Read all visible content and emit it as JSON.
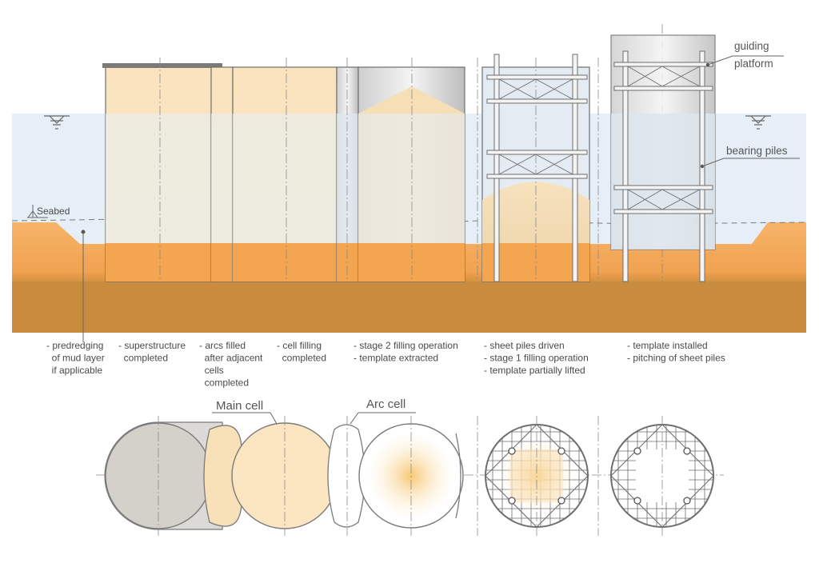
{
  "annotations": {
    "guiding_platform": [
      "guiding",
      "platform"
    ],
    "bearing_piles": "bearing piles",
    "seabed": "Seabed"
  },
  "stages": [
    {
      "lines": [
        "- predredging",
        "  of mud layer",
        "  if applicable"
      ]
    },
    {
      "lines": [
        "- superstructure",
        "  completed"
      ]
    },
    {
      "lines": [
        "- arcs filled",
        "  after adjacent",
        "  cells",
        "  completed"
      ]
    },
    {
      "lines": [
        "- cell filling",
        "  completed"
      ]
    },
    {
      "lines": [
        "- stage 2 filling operation",
        "- template extracted"
      ]
    },
    {
      "lines": [
        "- sheet piles driven",
        "- stage 1 filling operation",
        "- template partially lifted"
      ]
    },
    {
      "lines": [
        "- template installed",
        "- pitching of sheet piles"
      ]
    }
  ],
  "plan_labels": {
    "main_cell": "Main cell",
    "arc_cell": "Arc cell"
  },
  "colors": {
    "water": "#e6eff8",
    "soil_top": "#f5a85a",
    "soil_bottom": "#c98a3c",
    "fill_light": "#fbe9c6",
    "fill_grey": "#d7d3cc",
    "structure": "#6e6e6e"
  }
}
